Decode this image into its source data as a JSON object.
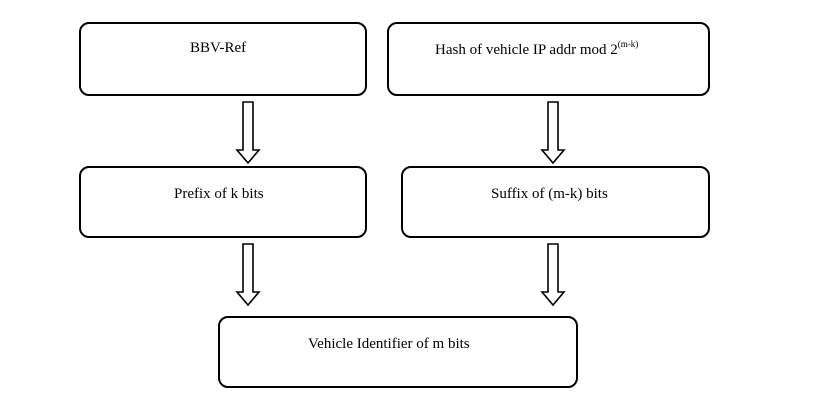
{
  "boxes": {
    "bbv_ref": "BBV-Ref",
    "hash_text": "Hash of vehicle IP addr mod 2",
    "hash_exp": "(m-k)",
    "prefix": "Prefix of k bits",
    "suffix": "Suffix of (m-k) bits",
    "identifier": "Vehicle Identifier of m bits"
  },
  "colors": {
    "stroke": "#000000",
    "fill": "#ffffff"
  }
}
